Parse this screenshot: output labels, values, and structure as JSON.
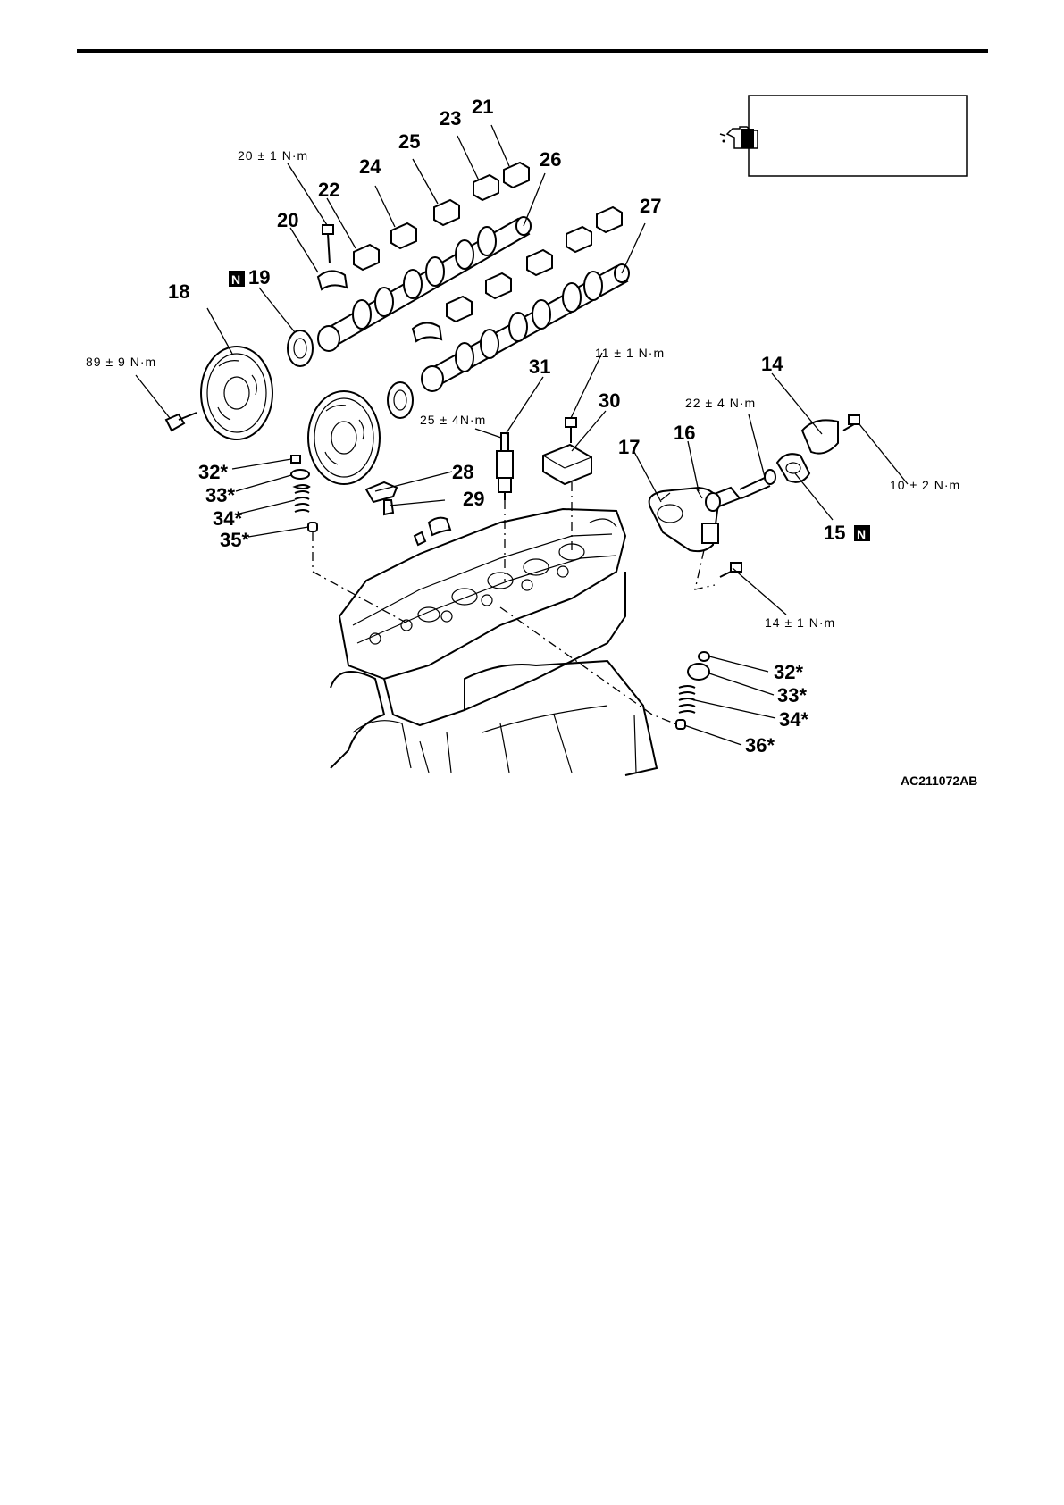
{
  "diagram_code": "AC211072AB",
  "torques": {
    "t_20": "20 ± 1 N·m",
    "t_89": "89 ± 9 N·m",
    "t_11": "11 ± 1 N·m",
    "t_25": "25 ± 4N·m",
    "t_22": "22 ± 4 N·m",
    "t_10": "10 ± 2 N·m",
    "t_14": "14 ± 1 N·m"
  },
  "callouts": {
    "c14": "14",
    "c15": "15",
    "c16": "16",
    "c17": "17",
    "c18": "18",
    "c19": "19",
    "c20": "20",
    "c21": "21",
    "c22": "22",
    "c23": "23",
    "c24": "24",
    "c25": "25",
    "c26": "26",
    "c27": "27",
    "c28": "28",
    "c29": "29",
    "c30": "30",
    "c31": "31",
    "c32a": "32*",
    "c33a": "33*",
    "c34a": "34*",
    "c35": "35*",
    "c32b": "32*",
    "c33b": "33*",
    "c34b": "34*",
    "c36": "36*"
  },
  "new_part_marker": "N",
  "icons": [
    "oil-can-icon",
    "new-part-marker-icon"
  ]
}
